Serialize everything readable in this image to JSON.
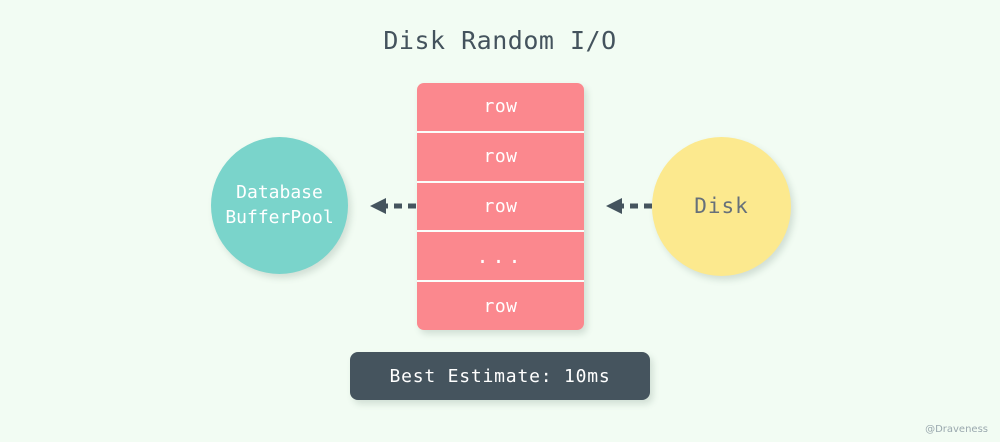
{
  "diagram": {
    "title": "Disk Random I/O",
    "background_color": "#f2fcf3",
    "watermark": "@Draveness"
  },
  "nodes": {
    "bufferpool": {
      "line1": "Database",
      "line2": "BufferPool",
      "fill_color": "#7ad4cb",
      "text_color": "#ffffff"
    },
    "disk": {
      "label": "Disk",
      "fill_color": "#fce98e",
      "text_color": "#66707a"
    },
    "rows_stack": {
      "fill_color": "#fb888e",
      "text_color": "#ffffff",
      "cells": [
        {
          "label": "row"
        },
        {
          "label": "row"
        },
        {
          "label": "row"
        },
        {
          "label": "..."
        },
        {
          "label": "row"
        }
      ]
    }
  },
  "arrows": [
    {
      "name": "rows-to-bufferpool",
      "direction": "left",
      "style": "dashed",
      "color": "#45545e"
    },
    {
      "name": "disk-to-rows",
      "direction": "left",
      "style": "dashed",
      "color": "#45545e"
    }
  ],
  "badge": {
    "label": "Best Estimate: 10ms",
    "fill_color": "#45545e",
    "text_color": "#ffffff"
  }
}
